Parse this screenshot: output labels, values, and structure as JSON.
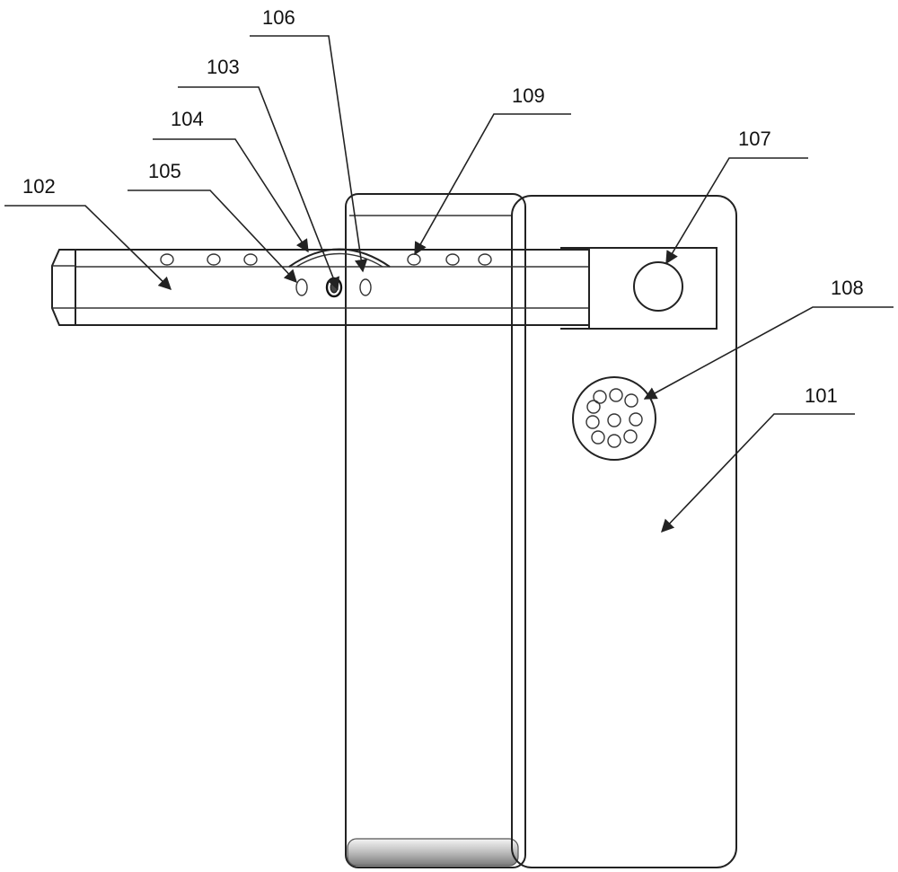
{
  "figure": {
    "labels": {
      "l101": "101",
      "l102": "102",
      "l103": "103",
      "l104": "104",
      "l105": "105",
      "l106": "106",
      "l107": "107",
      "l108": "108",
      "l109": "109"
    }
  }
}
